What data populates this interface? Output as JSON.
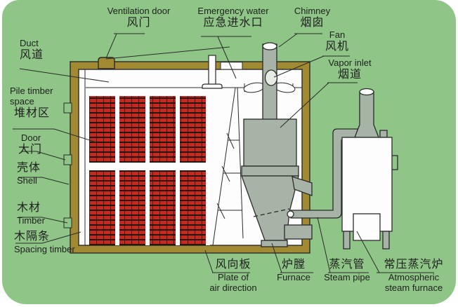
{
  "labels": {
    "ventilation_door": {
      "en": "Ventilation door",
      "zh": "风门"
    },
    "emergency_water": {
      "en": "Emergency water",
      "zh": "应急进水口"
    },
    "chimney": {
      "en": "Chimney",
      "zh": "烟囱"
    },
    "duct": {
      "en": "Duct",
      "zh": "风道"
    },
    "fan": {
      "en": "Fan",
      "zh": "风机"
    },
    "vapor_inlet": {
      "en": "Vapor inlet",
      "zh": "烟道"
    },
    "pile_timber_space": {
      "en1": "Pile timber",
      "en2": "space",
      "zh": "堆材区"
    },
    "door": {
      "en": "Door",
      "zh": "大门"
    },
    "shell": {
      "zh": "壳体",
      "en": "Shell"
    },
    "timber": {
      "zh": "木材",
      "en": "Timber"
    },
    "spacing_timber": {
      "zh": "木隔条",
      "en": "Spacing timber"
    },
    "plate_of_air_direction": {
      "zh": "风向板",
      "en1": "Plate of",
      "en2": "air direction"
    },
    "furnace": {
      "zh": "炉膛",
      "en": "Furnace"
    },
    "steam_pipe": {
      "zh": "蒸汽管",
      "en": "Steam pipe"
    },
    "atmospheric_steam_furnace": {
      "zh": "常压蒸汽炉",
      "en1": "Atmospheric",
      "en2": "steam furnace"
    }
  },
  "colors": {
    "page_background": "#ffffff",
    "panel_green": "#8fc687",
    "kiln_wall_olive": "#a28a33",
    "machine_gray": "#a6b3a6",
    "interior_white": "#fdfdfd",
    "timber_red": "#c5291f",
    "mortar_dark": "#231712",
    "line_dark": "#2b2b2b",
    "text_dark": "#1f1f1f"
  }
}
